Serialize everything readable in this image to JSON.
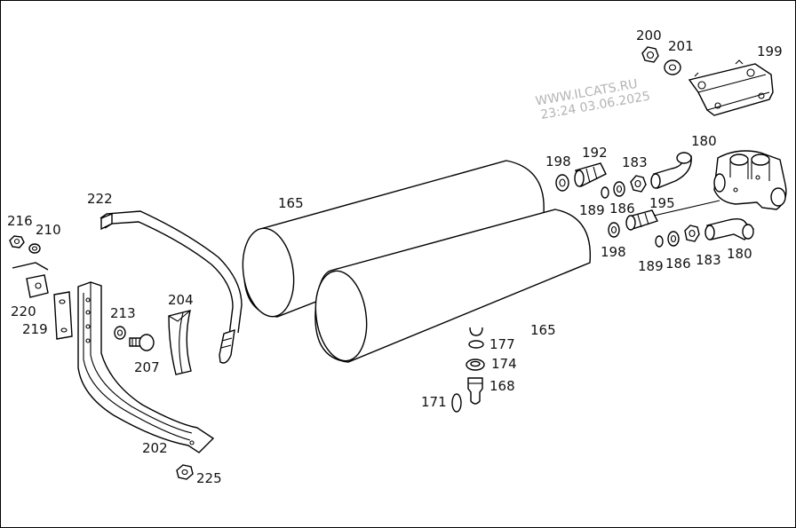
{
  "watermark": {
    "site": "WWW.ILCATS.RU",
    "stamp": "23:24 03.06.2025"
  },
  "labels": {
    "p200": "200",
    "p201": "201",
    "p199": "199",
    "p198a": "198",
    "p192": "192",
    "p183a": "183",
    "p180a": "180",
    "p189a": "189",
    "p186a": "186",
    "p195": "195",
    "p198b": "198",
    "p189b": "189",
    "p186b": "186",
    "p183b": "183",
    "p180b": "180",
    "p165a": "165",
    "p165b": "165",
    "p222": "222",
    "p216": "216",
    "p210": "210",
    "p220": "220",
    "p219": "219",
    "p213": "213",
    "p204": "204",
    "p207": "207",
    "p202": "202",
    "p225": "225",
    "p177": "177",
    "p174": "174",
    "p168": "168",
    "p171": "171"
  }
}
